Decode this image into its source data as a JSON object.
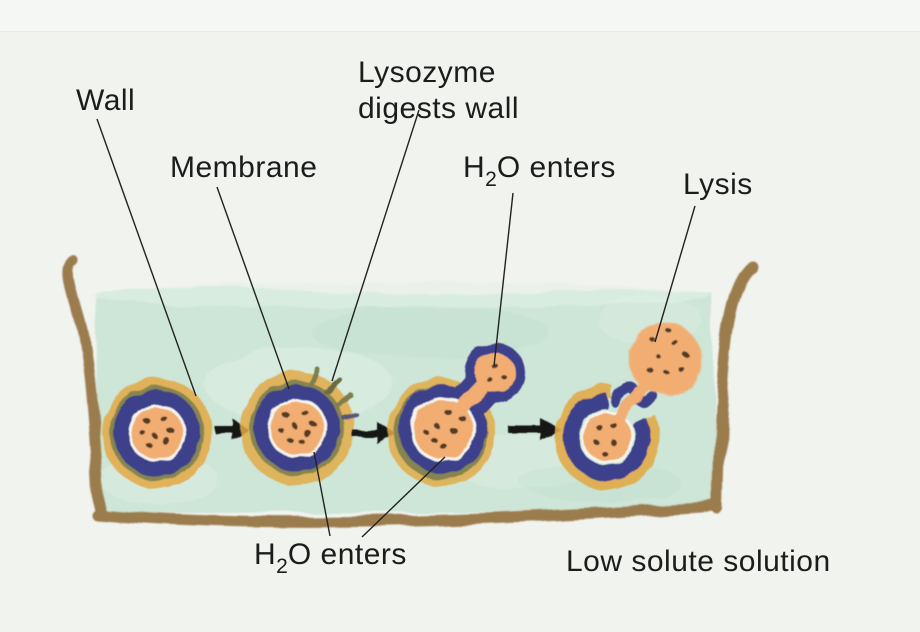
{
  "colors": {
    "background": "#f1f3ef",
    "solution_green": "#cde6d7",
    "dish_brown": "#9b7b4d",
    "cell_wall_yellow": "#e2aa48",
    "cell_wall_olive": "#7c7f4e",
    "membrane_navy": "#3d3f8a",
    "protoplast_orange": "#f2ae72",
    "granule_brown": "#533a26",
    "text_ink": "#1c1c1c",
    "arrow_black": "#141414"
  },
  "labels": {
    "wall": "Wall",
    "membrane": "Membrane",
    "lysozyme": {
      "line1": "Lysozyme",
      "line2": "digests wall"
    },
    "h2o_enters_top": {
      "pre": "H",
      "sub": "2",
      "post": "O enters"
    },
    "lysis": "Lysis",
    "h2o_enters_bottom": {
      "pre": "H",
      "sub": "2",
      "post": "O enters"
    },
    "low_solute_solution": "Low solute solution"
  }
}
